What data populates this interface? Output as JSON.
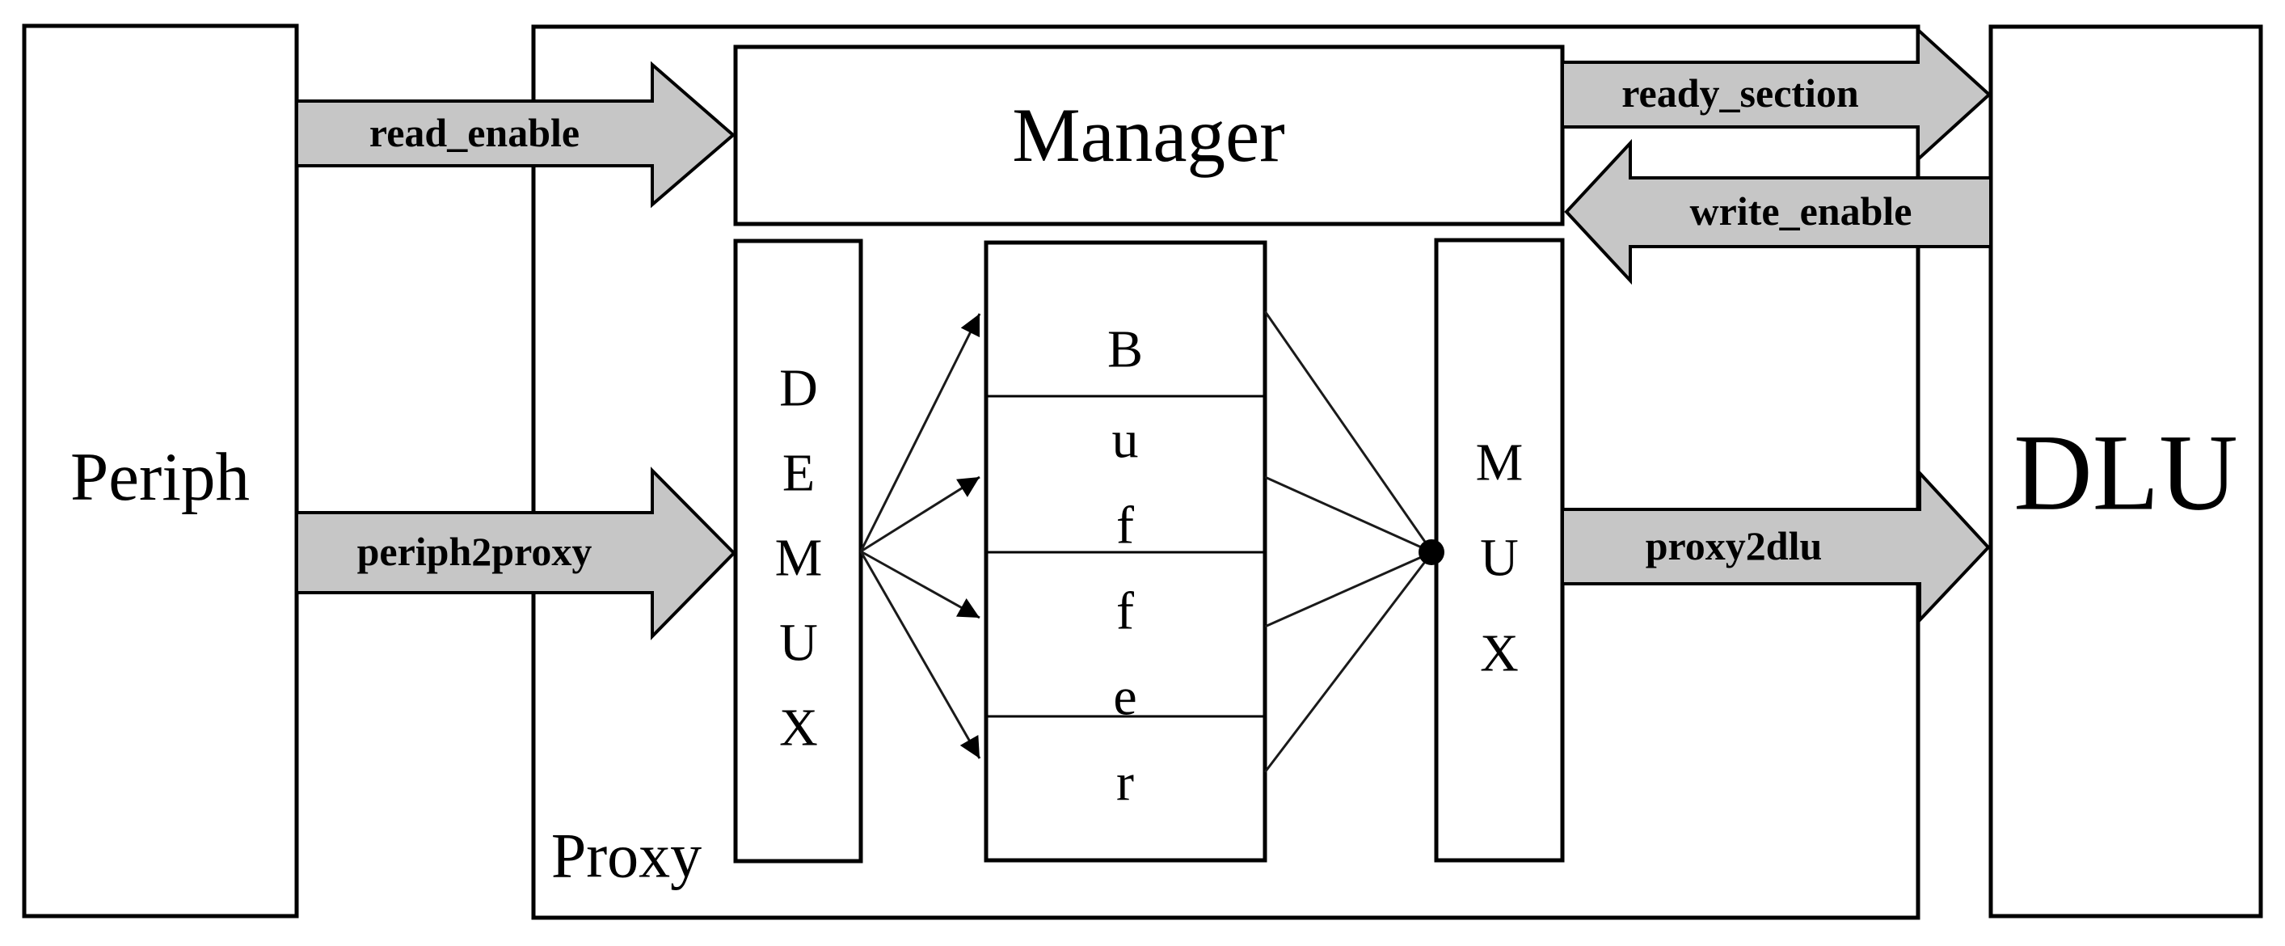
{
  "diagram": {
    "blocks": {
      "periph": {
        "label": "Periph"
      },
      "proxy": {
        "label": "Proxy"
      },
      "manager": {
        "label": "Manager"
      },
      "demux": {
        "letters": [
          "D",
          "E",
          "M",
          "U",
          "X"
        ]
      },
      "buffer": {
        "letters": [
          "B",
          "u",
          "f",
          "f",
          "e",
          "r"
        ],
        "section_count": 4
      },
      "mux": {
        "letters": [
          "M",
          "U",
          "X"
        ]
      },
      "dlu": {
        "label": "DLU"
      }
    },
    "signals": {
      "read_enable": {
        "label": "read_enable",
        "from": "Periph",
        "to": "Manager",
        "direction": "right"
      },
      "periph2proxy": {
        "label": "periph2proxy",
        "from": "Periph",
        "to": "DEMUX",
        "direction": "right"
      },
      "ready_section": {
        "label": "ready_section",
        "from": "Manager",
        "to": "DLU",
        "direction": "right"
      },
      "write_enable": {
        "label": "write_enable",
        "from": "DLU",
        "to": "Manager",
        "direction": "left"
      },
      "proxy2dlu": {
        "label": "proxy2dlu",
        "from": "MUX",
        "to": "DLU",
        "direction": "right"
      }
    },
    "colors": {
      "arrow_fill": "#c6c6c6",
      "line": "#000000",
      "background": "#ffffff"
    }
  }
}
